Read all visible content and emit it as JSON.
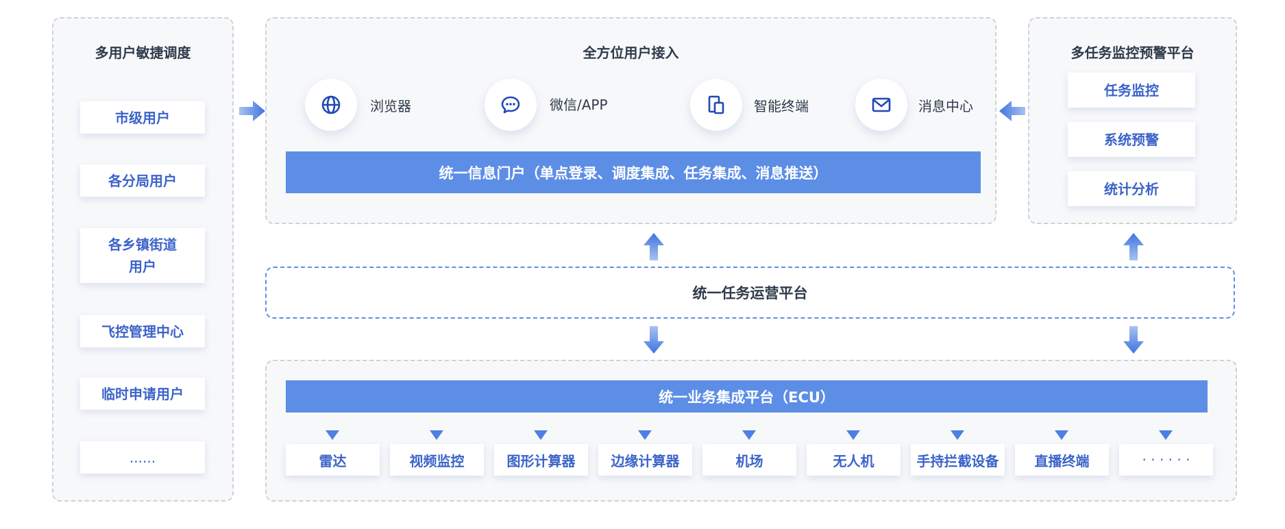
{
  "left_panel": {
    "title": "多用户敏捷调度",
    "items": [
      "市级用户",
      "各分局用户",
      "各乡镇街道\n用户",
      "飞控管理中心",
      "临时申请用户",
      "......"
    ]
  },
  "access_panel": {
    "title": "全方位用户接入",
    "channels": [
      {
        "label": "浏览器",
        "icon": "globe-icon"
      },
      {
        "label": "微信/APP",
        "icon": "chat-bubble-icon"
      },
      {
        "label": "智能终端",
        "icon": "devices-icon"
      },
      {
        "label": "消息中心",
        "icon": "mail-icon"
      }
    ],
    "portal_bar": "统一信息门户（单点登录、调度集成、任务集成、消息推送）"
  },
  "monitor_panel": {
    "title": "多任务监控预警平台",
    "items": [
      "任务监控",
      "系统预警",
      "统计分析"
    ]
  },
  "task_platform": {
    "label": "统一任务运营平台"
  },
  "business_panel": {
    "bar": "统一业务集成平台（ECU）",
    "devices": [
      "雷达",
      "视频监控",
      "图形计算器",
      "边缘计算器",
      "机场",
      "无人机",
      "手持拦截设备",
      "直播终端",
      "· · · · · ·"
    ]
  },
  "colors": {
    "accent": "#5d8ee6",
    "text_blue": "#3b63c9",
    "panel_border": "#cdd1d8"
  }
}
